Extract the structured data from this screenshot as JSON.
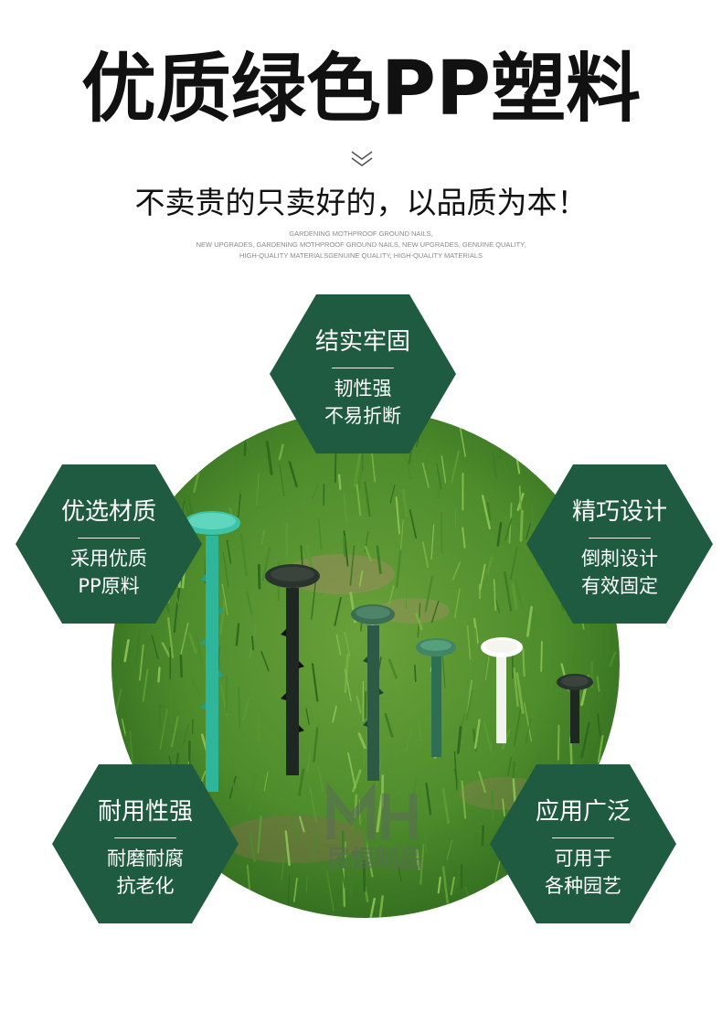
{
  "header": {
    "title": "优质绿色PP塑料",
    "subtitle": "不卖贵的只卖好的，以品质为本！",
    "english_lines": [
      "GARDENING MOTHPROOF GROUND NAILS,",
      "NEW UPGRADES, GARDENING MOTHPROOF GROUND NAILS, NEW UPGRADES, GENUINE QUALITY,",
      "HIGH-QUALITY MATERIALSGENUINE QUALITY, HIGH-QUALITY MATERIALS"
    ]
  },
  "features": [
    {
      "title": "结实牢固",
      "lines": [
        "韧性强",
        "不易折断"
      ]
    },
    {
      "title": "优选材质",
      "lines": [
        "采用优质",
        "PP原料"
      ]
    },
    {
      "title": "精巧设计",
      "lines": [
        "倒刺设计",
        "有效固定"
      ]
    },
    {
      "title": "耐用性强",
      "lines": [
        "耐磨耐腐",
        "抗老化"
      ]
    },
    {
      "title": "应用广泛",
      "lines": [
        "可用于",
        "各种园艺"
      ]
    }
  ],
  "watermark": {
    "text": "民恒制品"
  },
  "colors": {
    "hex_green": "#1f5b40",
    "grass_green": "#4e8c2c",
    "nail_teal": "#2fb59a",
    "nail_black": "#1e2721",
    "nail_dark_green": "#2d5a45",
    "nail_white": "#f2f2ee"
  }
}
